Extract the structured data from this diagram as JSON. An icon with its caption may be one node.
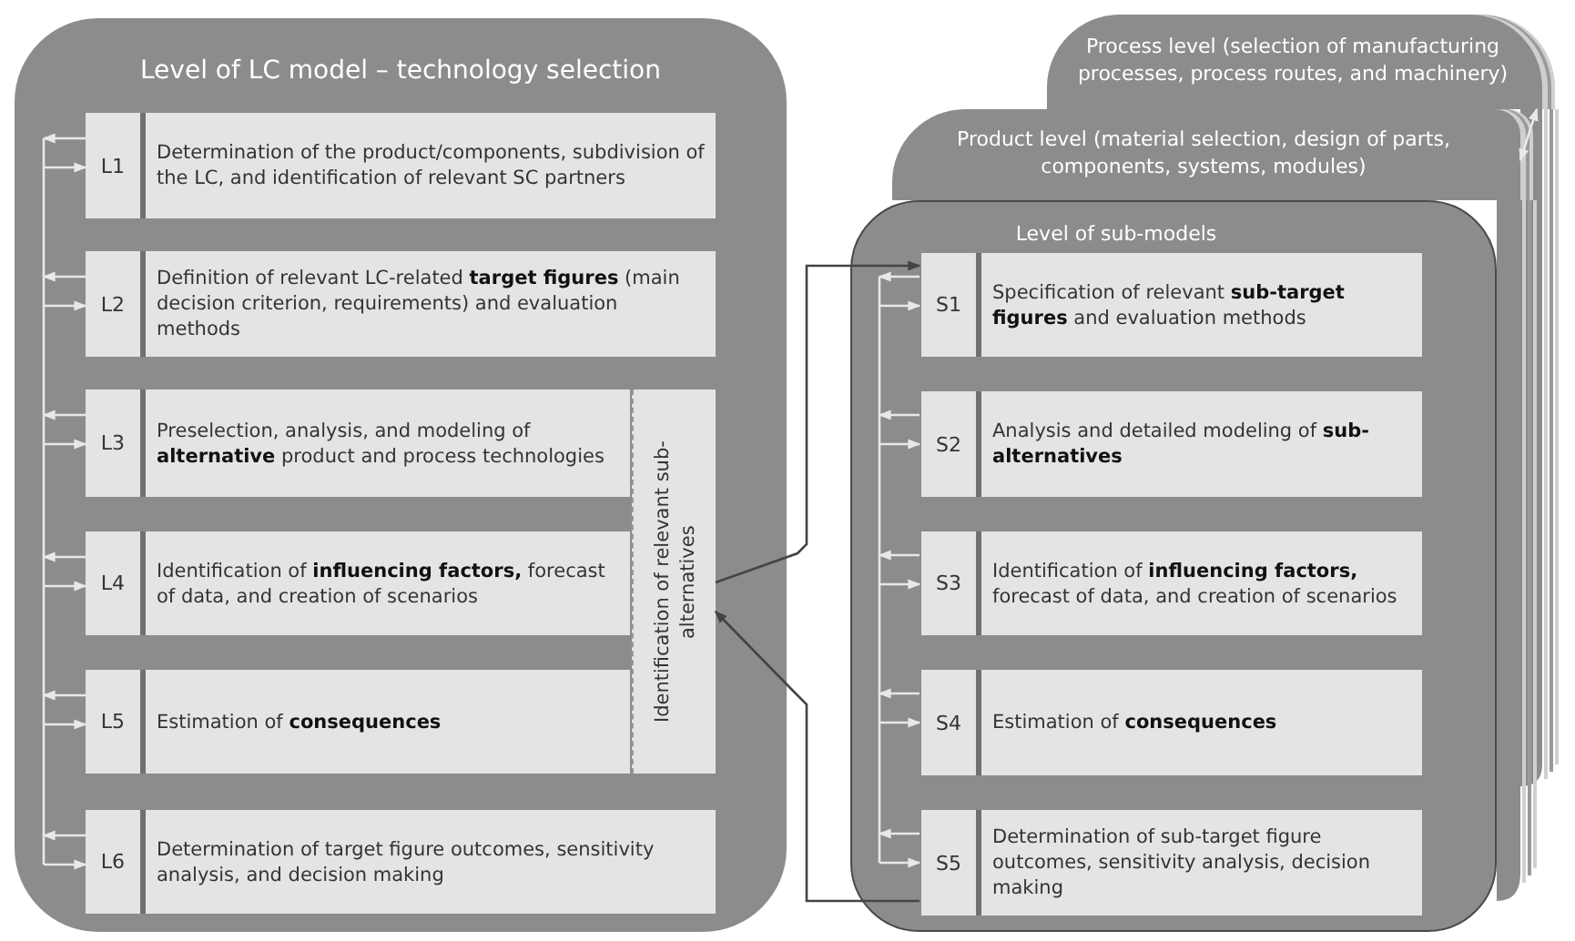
{
  "diagram": {
    "nodes": [
      {
        "text": [
          "Level of LC model – technology selection"
        ]
      },
      {
        "text": [
          "L1",
          "Determination of the product/components, subdivision of the LC, and identification of relevant SC partners"
        ],
        "in": 0
      },
      {
        "text": [
          "L2",
          "Definition of relevant LC-related **target figures** (main decision criterion, requirements) and evaluation methods"
        ],
        "in": 0
      },
      {
        "text": [
          "L3",
          "Preselection, analysis, and modeling of **alternative** product and process technologies"
        ],
        "in": 0
      },
      {
        "text": [
          "L4",
          "Identification of **influencing factors,** forecast of data, and creation of scenarios"
        ],
        "in": 0
      },
      {
        "text": [
          "L5",
          "Estimation of **consequences**"
        ],
        "in": 0
      },
      {
        "text": [
          "L6",
          "Determination of target figure outcomes, sensitivity analysis, and decision making"
        ],
        "in": 0
      },
      {
        "text": [
          "Identification of relevant sub-alternatives"
        ],
        "in": 0
      },
      {
        "text": [
          "Process level (selection of manufacturing processes, process routes, and machinery)"
        ]
      },
      {
        "text": [
          "Product level (material selection, design of parts, components, systems, modules)"
        ]
      },
      {
        "text": [
          "Level of  sub-models"
        ]
      },
      {
        "text": [
          "S1",
          "Specification of relevant **sub-target figures** and evaluation methods"
        ],
        "in": 10
      },
      {
        "text": [
          "S2",
          "Analysis and detailed modeling of **sub-alternatives**"
        ],
        "in": 10
      },
      {
        "text": [
          "S3",
          "Identification of **influencing factors,** forecast of data, and creation of scenarios"
        ],
        "in": 10
      },
      {
        "text": [
          "S4",
          "Estimation of **consequences**"
        ],
        "in": 10
      },
      {
        "text": [
          "S5",
          "Determination of sub-target figure outcomes, sensitivity analysis, decision making"
        ],
        "in": 10
      }
    ],
    "edges": [
      {
        "from": 1,
        "to": null,
        "arrow": "to"
      },
      {
        "from": null,
        "to": 1,
        "arrow": "to"
      },
      {
        "from": 2,
        "to": null,
        "arrow": "to"
      },
      {
        "from": null,
        "to": 2,
        "arrow": "to"
      },
      {
        "from": 3,
        "to": null,
        "arrow": "to"
      },
      {
        "from": null,
        "to": 3,
        "arrow": "to"
      },
      {
        "from": 4,
        "to": null,
        "arrow": "to"
      },
      {
        "from": null,
        "to": 4,
        "arrow": "to"
      },
      {
        "from": 5,
        "to": null,
        "arrow": "to"
      },
      {
        "from": null,
        "to": 5,
        "arrow": "to"
      },
      {
        "from": 6,
        "to": null,
        "arrow": "to"
      },
      {
        "from": null,
        "to": 6,
        "arrow": "to"
      },
      {
        "from": 11,
        "to": null,
        "arrow": "to"
      },
      {
        "from": null,
        "to": 11,
        "arrow": "to"
      },
      {
        "from": 12,
        "to": null,
        "arrow": "to"
      },
      {
        "from": null,
        "to": 12,
        "arrow": "to"
      },
      {
        "from": 13,
        "to": null,
        "arrow": "to"
      },
      {
        "from": null,
        "to": 13,
        "arrow": "to"
      },
      {
        "from": 14,
        "to": null,
        "arrow": "to"
      },
      {
        "from": null,
        "to": 14,
        "arrow": "to"
      },
      {
        "from": 15,
        "to": null,
        "arrow": "to"
      },
      {
        "from": null,
        "to": 15,
        "arrow": "to"
      },
      {
        "from": 7,
        "to": 11,
        "arrow": "to",
        "color": "#444444"
      },
      {
        "from": 15,
        "to": 7,
        "arrow": "to",
        "color": "#444444"
      },
      {
        "from": 9,
        "to": 8,
        "arrow": "both"
      }
    ]
  }
}
